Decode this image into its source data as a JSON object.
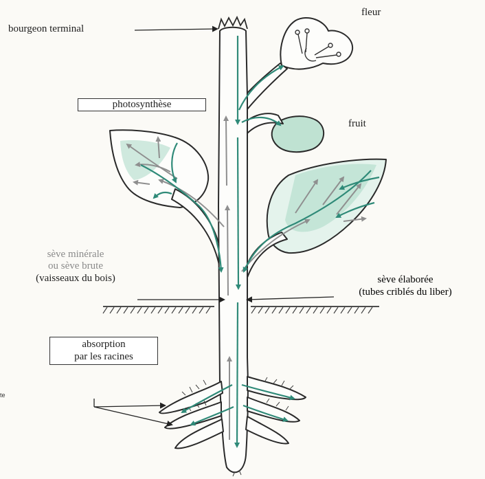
{
  "labels": {
    "terminal_bud": "bourgeon terminal",
    "flower": "fleur",
    "fruit": "fruit",
    "photosynthesis": "photosynthèse",
    "raw_sap_line1": "sève minérale",
    "raw_sap_line2": "ou sève brute",
    "raw_sap_line3": "(vaisseaux du bois)",
    "elaborated_sap_line1": "sève élaborée",
    "elaborated_sap_line2": "(tubes criblés du liber)",
    "absorption_line1": "absorption",
    "absorption_line2": "par les racines",
    "margin_fragment": "te"
  },
  "colors": {
    "outline": "#2a2a2a",
    "raw_sap_arrows": "#8f8f8f",
    "elaborated_sap_arrows": "#2f8a78",
    "green_wash": "#a9d9c6",
    "ground": "#3a3a3a"
  }
}
